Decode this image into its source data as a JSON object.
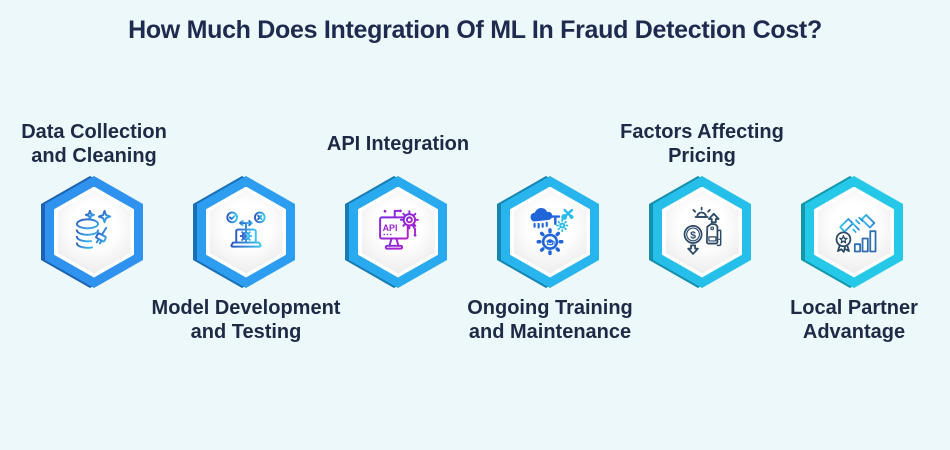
{
  "page": {
    "background_color": "#edf8fb"
  },
  "title": {
    "text": "How Much Does Integration Of ML In Fraud Detection Cost?",
    "color": "#1e2a4e"
  },
  "label_color": "#1e2a45",
  "steps": [
    {
      "label": "Data Collection\nand Cleaning",
      "label_position": "above",
      "icon": "database-cleaning-icon",
      "hex_color": "#2f92ef",
      "hex_edge_color": "#1c63b0"
    },
    {
      "label": "Model Development\nand Testing",
      "label_position": "below",
      "icon": "laptop-testing-icon",
      "hex_color": "#2d9df0",
      "hex_edge_color": "#1a6fb5"
    },
    {
      "label": "API Integration",
      "label_position": "above",
      "icon": "api-gear-icon",
      "hex_color": "#2aaaee",
      "hex_edge_color": "#187bb3"
    },
    {
      "label": "Ongoing Training\nand Maintenance",
      "label_position": "below",
      "icon": "cloud-maintenance-icon",
      "hex_color": "#28b4ec",
      "hex_edge_color": "#1685b0"
    },
    {
      "label": "Factors Affecting\nPricing",
      "label_position": "above",
      "icon": "pricing-factors-icon",
      "hex_color": "#26bfe9",
      "hex_edge_color": "#148fae"
    },
    {
      "label": "Local Partner\nAdvantage",
      "label_position": "below",
      "icon": "partner-advantage-icon",
      "hex_color": "#25c8e7",
      "hex_edge_color": "#1397ab"
    }
  ]
}
